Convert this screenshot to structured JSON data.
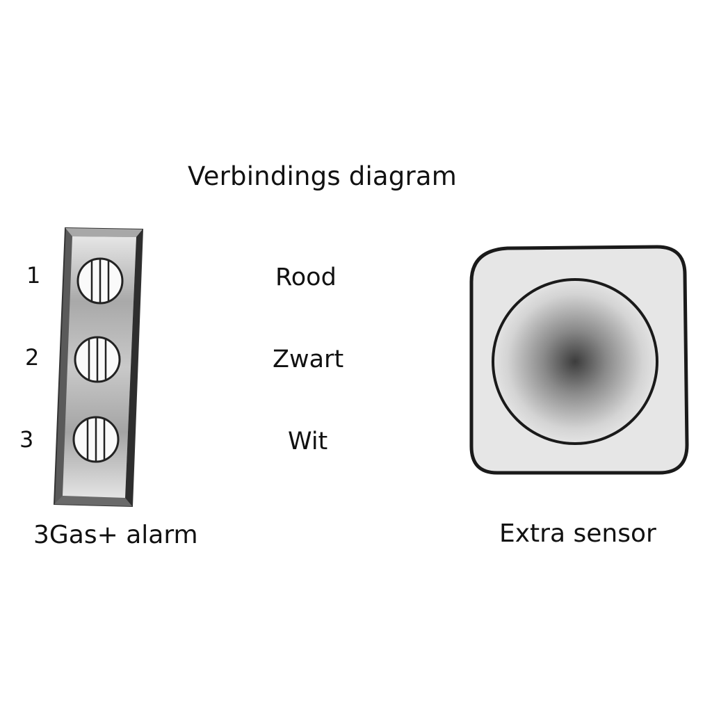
{
  "diagram": {
    "title": "Verbindings diagram",
    "terminals": [
      {
        "number": "1",
        "wire_color": "Rood"
      },
      {
        "number": "2",
        "wire_color": "Zwart"
      },
      {
        "number": "3",
        "wire_color": "Wit"
      }
    ],
    "left_device_label": "3Gas+ alarm",
    "right_device_label": "Extra sensor"
  }
}
